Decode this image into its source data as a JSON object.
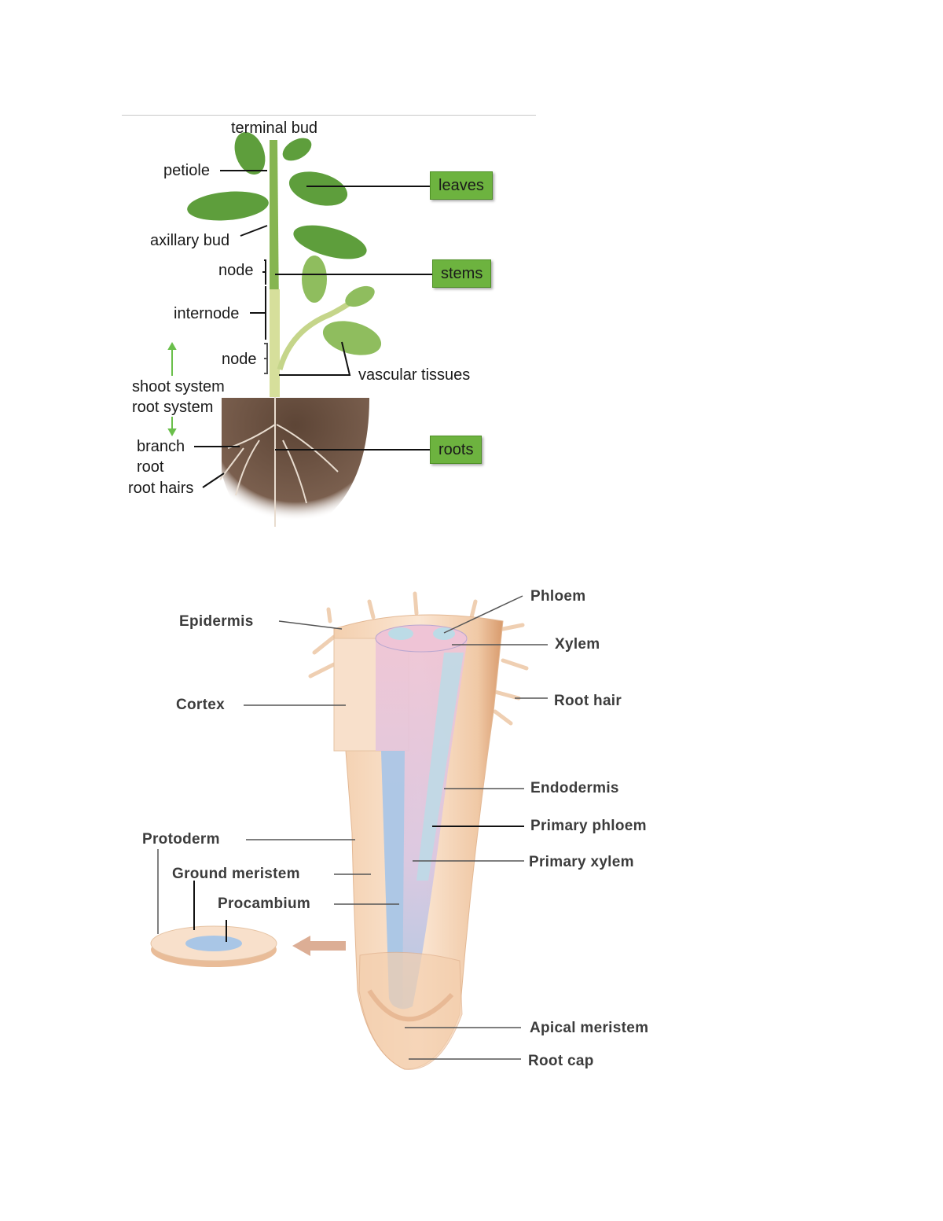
{
  "plant_diagram": {
    "labels": {
      "terminal_bud": "terminal bud",
      "petiole": "petiole",
      "axillary_bud": "axillary bud",
      "node_upper": "node",
      "internode": "internode",
      "node_lower": "node",
      "shoot_system": "shoot system",
      "root_system": "root system",
      "branch_root_line1": "branch",
      "branch_root_line2": "root",
      "root_hairs": "root hairs",
      "vascular_tissues": "vascular tissues"
    },
    "boxes": {
      "leaves": "leaves",
      "stems": "stems",
      "roots": "roots"
    },
    "colors": {
      "box_green": "#6db33f",
      "arrow_green": "#6abf4b",
      "leaf": "#5e9e3c",
      "soil": "#6b5040"
    }
  },
  "root_diagram": {
    "labels": {
      "phloem": "Phloem",
      "epidermis": "Epidermis",
      "xylem": "Xylem",
      "root_hair": "Root hair",
      "cortex": "Cortex",
      "endodermis": "Endodermis",
      "primary_phloem": "Primary phloem",
      "primary_xylem": "Primary xylem",
      "protoderm": "Protoderm",
      "ground_meristem": "Ground meristem",
      "procambium": "Procambium",
      "apical_meristem": "Apical meristem",
      "root_cap": "Root cap"
    },
    "colors": {
      "tissue": "#f6d9c0",
      "xylem": "#bcdbe6",
      "phloem": "#efc4d6",
      "procambium": "#a9c6e6"
    }
  }
}
